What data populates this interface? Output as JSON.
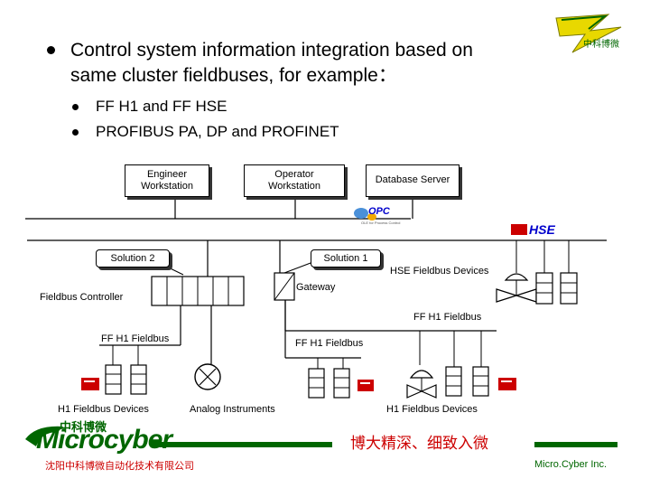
{
  "slide": {
    "heading": {
      "line1": "Control system information integration based on",
      "line2": "same cluster fieldbuses, for example："
    },
    "sub_bullets": [
      "FF H1 and FF HSE",
      "PROFIBUS PA, DP and PROFINET"
    ]
  },
  "diagram": {
    "engineer_ws": [
      "Engineer",
      "Workstation"
    ],
    "operator_ws": [
      "Operator",
      "Workstation"
    ],
    "database_server": "Database Server",
    "solution2": "Solution 2",
    "solution1": "Solution 1",
    "hse_devices": "HSE Fieldbus Devices",
    "gateway": "Gateway",
    "fieldbus_controller": "Fieldbus Controller",
    "ff_h1_right": "FF H1 Fieldbus",
    "ff_h1_left": "FF H1 Fieldbus",
    "ff_h1_middle": "FF H1 Fieldbus",
    "h1_devices_left": "H1 Fieldbus Devices",
    "analog_instruments": "Analog Instruments",
    "h1_devices_right": "H1 Fieldbus Devices",
    "opc_logo": "OPC",
    "opc_logo_small": "OLE for Process Control",
    "hse_logo": "HSE"
  },
  "branding": {
    "top_logo_text": "中科博微",
    "company_logo_cn": "中科博微",
    "company_logo_en": "Microcyber",
    "slogan": "博大精深、细致入微",
    "company_cn": "沈阳中科博微自动化技术有限公司",
    "company_en": "Micro.Cyber Inc."
  },
  "colors": {
    "green": "#006600",
    "red": "#cc0000",
    "blue": "#0000cc",
    "logo_yellow": "#e8d800"
  }
}
